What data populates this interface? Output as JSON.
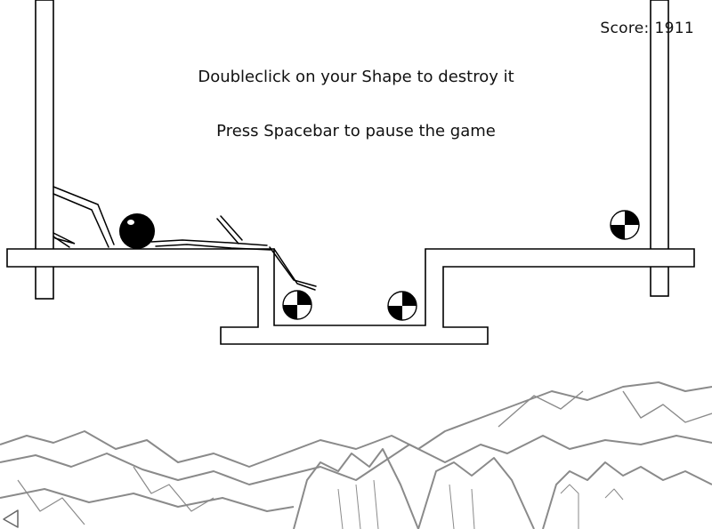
{
  "hud": {
    "score_label": "Score:",
    "score_value": "1911"
  },
  "instructions": [
    "Doubleclick on your Shape to destroy it",
    "Press Spacebar to pause the game"
  ],
  "icons": {
    "target": "crash-test-target-icon",
    "back": "left-arrow-icon"
  },
  "colors": {
    "background": "#ffffff",
    "outline": "#000000",
    "mountains": "#8a8a8a"
  }
}
